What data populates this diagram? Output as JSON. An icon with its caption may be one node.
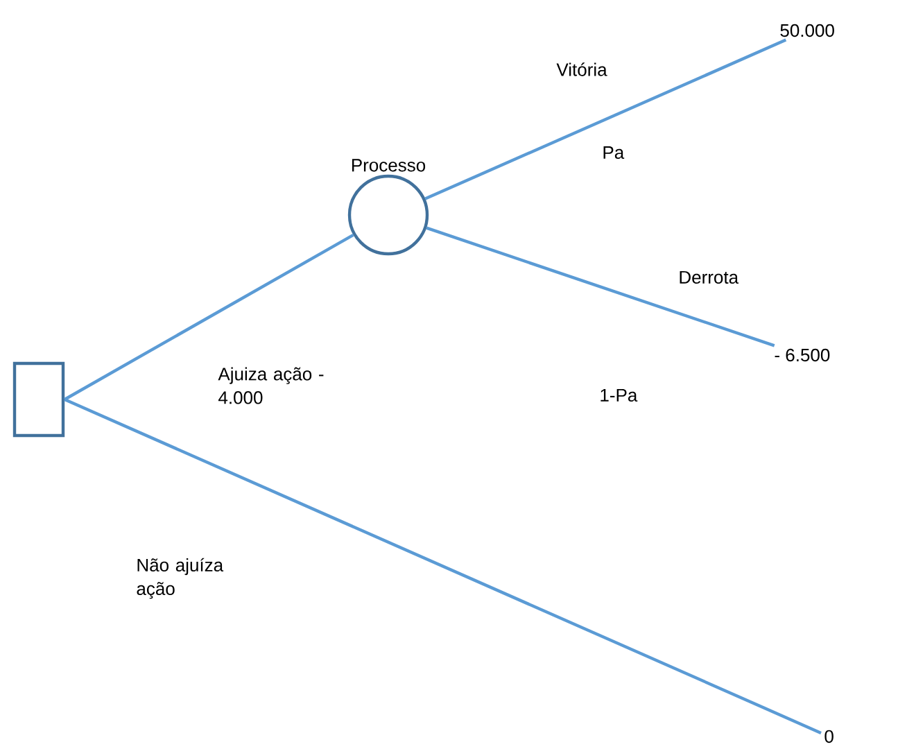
{
  "diagram": {
    "nodes": [
      {
        "text": [],
        "shape": "box"
      },
      {
        "text": [
          "Processo"
        ]
      },
      {
        "text": [
          "50.000"
        ]
      },
      {
        "text": [
          "- 6.500"
        ]
      },
      {
        "text": [
          "0"
        ]
      }
    ],
    "edges": [
      {
        "from": 0,
        "to": 1,
        "arrow": "none"
      },
      {
        "from": 1,
        "to": 2,
        "arrow": "none"
      },
      {
        "from": 1,
        "to": 3,
        "arrow": "none"
      },
      {
        "from": 0,
        "to": 4,
        "arrow": "none"
      }
    ],
    "labels": [
      "Vitória",
      "Pa",
      "Derrota",
      "Ajuiza ação - 4.000",
      "1-Pa",
      "Não ajuíza ação"
    ]
  }
}
